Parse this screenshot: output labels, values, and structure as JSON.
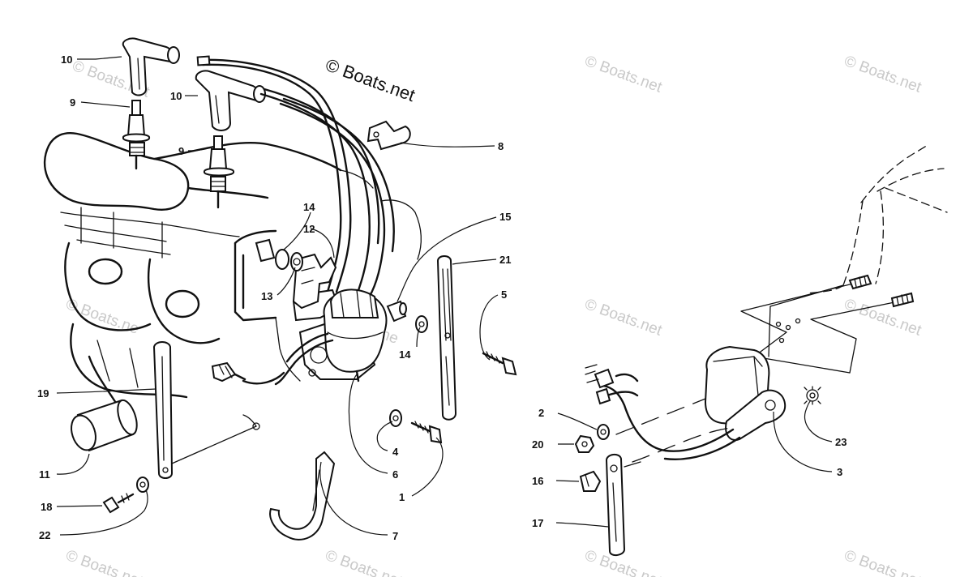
{
  "watermark": {
    "main": "© Boats.net",
    "repeat": "© Boats.net",
    "partial": "© Boats.ne"
  },
  "callouts": {
    "n1": "1",
    "n2": "2",
    "n3": "3",
    "n4": "4",
    "n5": "5",
    "n6": "6",
    "n7": "7",
    "n8": "8",
    "n9": "9",
    "n10": "10",
    "n11": "11",
    "n12": "12",
    "n13": "13",
    "n14": "14",
    "n15": "15",
    "n16": "16",
    "n17": "17",
    "n18": "18",
    "n19": "19",
    "n20": "20",
    "n21": "21",
    "n22": "22",
    "n23": "23"
  },
  "colors": {
    "line": "#111111",
    "watermark": "#c9c9c9",
    "background": "#ffffff"
  }
}
